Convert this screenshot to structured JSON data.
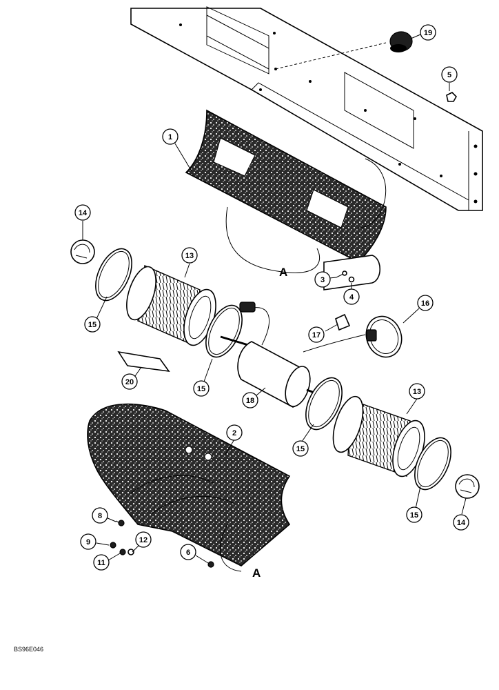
{
  "diagram": {
    "figure_code": "BS96E046",
    "reference_letters": [
      "A",
      "A"
    ],
    "callouts": [
      {
        "id": "c1",
        "label": "1"
      },
      {
        "id": "c2",
        "label": "2"
      },
      {
        "id": "c3",
        "label": "3"
      },
      {
        "id": "c4",
        "label": "4"
      },
      {
        "id": "c5",
        "label": "5"
      },
      {
        "id": "c6",
        "label": "6"
      },
      {
        "id": "c8",
        "label": "8"
      },
      {
        "id": "c9",
        "label": "9"
      },
      {
        "id": "c11",
        "label": "11"
      },
      {
        "id": "c12",
        "label": "12"
      },
      {
        "id": "c13a",
        "label": "13"
      },
      {
        "id": "c13b",
        "label": "13"
      },
      {
        "id": "c14a",
        "label": "14"
      },
      {
        "id": "c14b",
        "label": "14"
      },
      {
        "id": "c15a",
        "label": "15"
      },
      {
        "id": "c15b",
        "label": "15"
      },
      {
        "id": "c15c",
        "label": "15"
      },
      {
        "id": "c15d",
        "label": "15"
      },
      {
        "id": "c16",
        "label": "16"
      },
      {
        "id": "c17",
        "label": "17"
      },
      {
        "id": "c18",
        "label": "18"
      },
      {
        "id": "c19",
        "label": "19"
      },
      {
        "id": "c20",
        "label": "20"
      }
    ]
  }
}
